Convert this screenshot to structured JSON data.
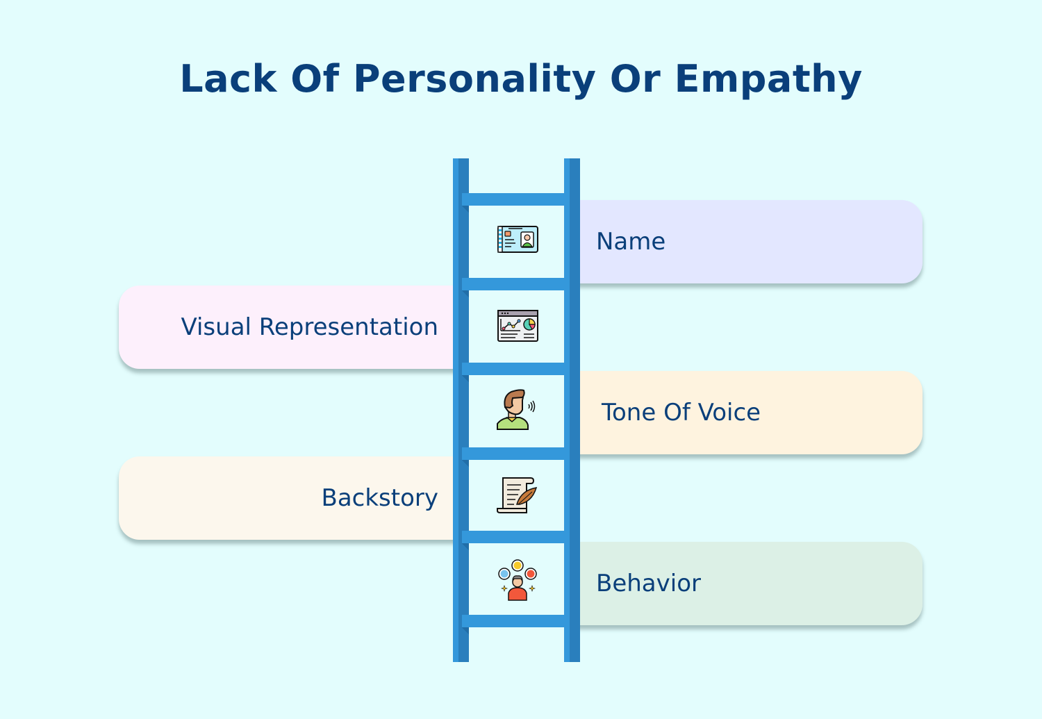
{
  "title": "Lack Of Personality Or Empathy",
  "colors": {
    "background": "#e3fdfd",
    "text": "#0a3f7a",
    "ladder_light": "#3498db",
    "ladder_dark": "#2a7fbd"
  },
  "steps": [
    {
      "label": "Name",
      "side": "right",
      "icon": "id-card-icon",
      "color": "#e3e7ff"
    },
    {
      "label": "Visual Representation",
      "side": "left",
      "icon": "analytics-dashboard-icon",
      "color": "#fdf0fc"
    },
    {
      "label": "Tone Of Voice",
      "side": "right",
      "icon": "speaking-person-icon",
      "color": "#fef3df"
    },
    {
      "label": "Backstory",
      "side": "left",
      "icon": "scroll-quill-icon",
      "color": "#fcf7ed"
    },
    {
      "label": "Behavior",
      "side": "right",
      "icon": "emotions-person-icon",
      "color": "#dcf0e6"
    }
  ]
}
